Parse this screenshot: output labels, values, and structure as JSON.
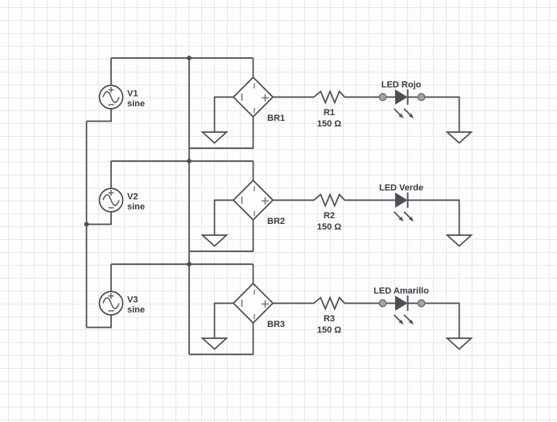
{
  "colors": {
    "stroke": "#4a4f55",
    "text": "#363b41",
    "symbol_gray": "#74787d",
    "dot_fill": "#a3a3a3",
    "dot_stroke": "#686868",
    "shape_fill": "#fdfdfd",
    "grid_line": "#e8e8eb",
    "background": "#fdfdfd"
  },
  "bridge_terminal_marks": {
    "top": "~",
    "bottom": "~",
    "left": "−",
    "right": "+"
  },
  "rows": [
    {
      "source": {
        "name": "V1",
        "type": "sine"
      },
      "bridge": {
        "label": "BR1"
      },
      "resistor": {
        "name": "R1",
        "value": "150 Ω"
      },
      "led": {
        "label": "LED Rojo",
        "terminal_dots": true
      }
    },
    {
      "source": {
        "name": "V2",
        "type": "sine"
      },
      "bridge": {
        "label": "BR2"
      },
      "resistor": {
        "name": "R2",
        "value": "150 Ω"
      },
      "led": {
        "label": "LED Verde",
        "terminal_dots": false
      }
    },
    {
      "source": {
        "name": "V3",
        "type": "sine"
      },
      "bridge": {
        "label": "BR3"
      },
      "resistor": {
        "name": "R3",
        "value": "150 Ω"
      },
      "led": {
        "label": "LED Amarillo",
        "terminal_dots": true
      }
    }
  ]
}
